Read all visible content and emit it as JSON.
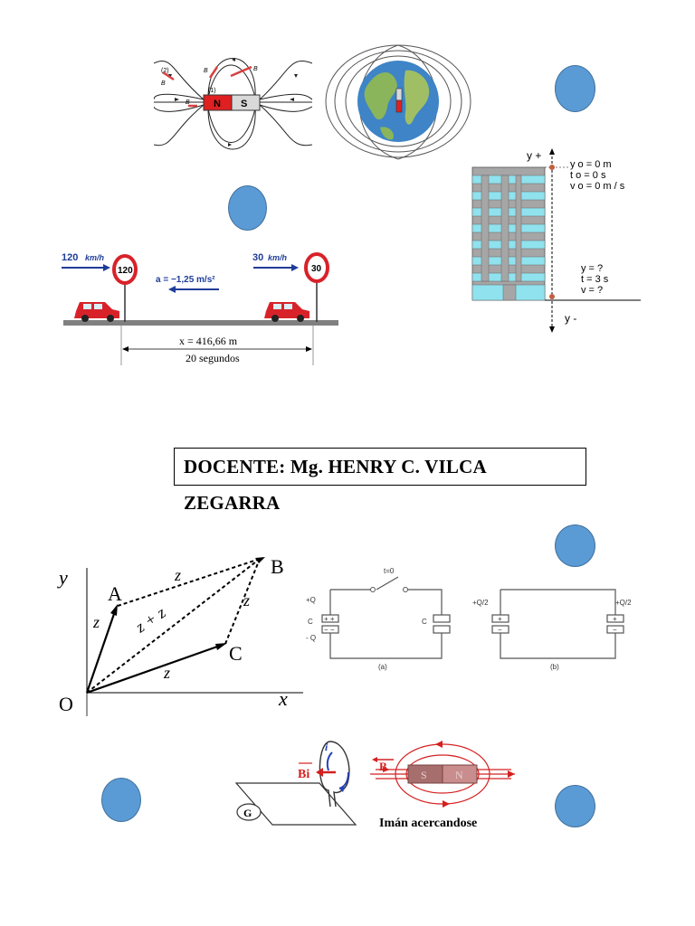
{
  "docente": "DOCENTE: Mg. HENRY C. VILCA ZEGARRA",
  "colors": {
    "dot": "#5b9bd5",
    "magnet_north": "#e02020",
    "car": "#d8222a",
    "vector_arrow": "#1f3c99",
    "red_field": "#d42020"
  },
  "bar_magnet": {
    "north": "N",
    "south": "S",
    "label_2": "(2)",
    "label_1": "(1)",
    "b_vector": "B"
  },
  "earth_magnet": {
    "icon": "earth-globe-icon"
  },
  "building": {
    "y_pos": "y +",
    "y_neg": "y -",
    "initial": [
      "y o = 0 m",
      "t o = 0 s",
      "v o = 0 m / s"
    ],
    "final": [
      "y  = ?",
      "t  = 3 s",
      "v  = ?"
    ]
  },
  "cars": {
    "speed_1_num": "120",
    "speed_1_unit": "km/h",
    "speed_2_num": "30",
    "speed_2_unit": "km/h",
    "sign_1": "120",
    "sign_2": "30",
    "accel": "a = −1,25 m/s²",
    "distance": "x = 416,66 m",
    "time": "20 segundos"
  },
  "vectors": {
    "y": "y",
    "x": "x",
    "o": "O",
    "a": "A",
    "b": "B",
    "c": "C",
    "z1": "z",
    "z2": "z",
    "z3": "z",
    "sum": "z + z"
  },
  "capacitors": {
    "switch": "t=0",
    "a_plus": "+Q",
    "a_c": "C",
    "a_minus": "- Q",
    "a_c2": "C",
    "a_plus_sign": "+ +",
    "a_minus_sign": "− −",
    "b_left": "+Q/2",
    "b_right": "+Q/2",
    "b_plus": "+",
    "b_minus": "−",
    "label_a": "(a)",
    "label_b": "(b)"
  },
  "induction": {
    "g": "G",
    "i": "i",
    "bi": "Bi",
    "b": "B",
    "south": "S",
    "north": "N",
    "caption": "Imán acercandose"
  }
}
